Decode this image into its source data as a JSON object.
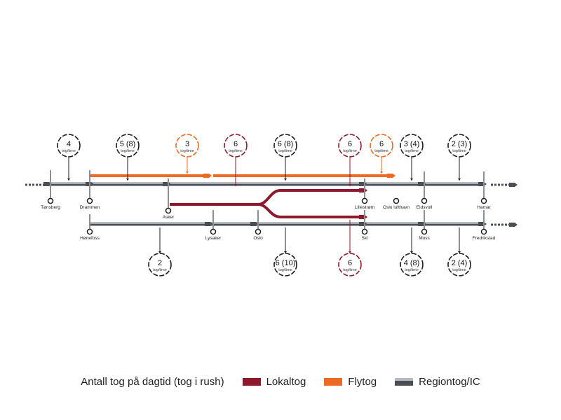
{
  "unit": "tog/time",
  "colors": {
    "lokaltog": "#8c1a2c",
    "flytog": "#ec6a22",
    "regiontog": "#4a4e55",
    "regiontog_light": "#b8bcc1",
    "neutral": "#1c1c1c"
  },
  "stations_top": [
    {
      "id": "tonsberg",
      "name": "Tønsberg"
    },
    {
      "id": "drammen",
      "name": "Drammen"
    },
    {
      "id": "asker",
      "name": "Asker"
    },
    {
      "id": "lillestrom",
      "name": "Lillestrøm"
    },
    {
      "id": "oslo-lufthavn",
      "name": "Oslo lufthavn"
    },
    {
      "id": "eidsvoll",
      "name": "Eidsvoll"
    },
    {
      "id": "hamar",
      "name": "Hamar"
    }
  ],
  "stations_bottom": [
    {
      "id": "honefoss",
      "name": "Hønefoss"
    },
    {
      "id": "lysaker",
      "name": "Lysaker"
    },
    {
      "id": "oslo",
      "name": "Oslo"
    },
    {
      "id": "ski",
      "name": "Ski"
    },
    {
      "id": "moss",
      "name": "Moss"
    },
    {
      "id": "fredrikstad",
      "name": "Fredrikstad"
    }
  ],
  "frequencies_top": [
    {
      "id": "vestfold",
      "value": "4",
      "unit": "tog/time",
      "type": "regiontog"
    },
    {
      "id": "drammen-oslo",
      "value": "5 (8)",
      "unit": "tog/time",
      "type": "regiontog"
    },
    {
      "id": "flytog-west",
      "value": "3",
      "unit": "tog/time",
      "type": "flytog"
    },
    {
      "id": "lokaltog-west",
      "value": "6",
      "unit": "tog/time",
      "type": "lokaltog"
    },
    {
      "id": "oslo-east",
      "value": "6 (8)",
      "unit": "tog/time",
      "type": "regiontog"
    },
    {
      "id": "lokaltog-lillestrom",
      "value": "6",
      "unit": "tog/time",
      "type": "lokaltog"
    },
    {
      "id": "flytog-gardermoen",
      "value": "6",
      "unit": "tog/time",
      "type": "flytog"
    },
    {
      "id": "lufthavn-eidsvoll",
      "value": "3 (4)",
      "unit": "tog/time",
      "type": "regiontog"
    },
    {
      "id": "eidsvoll-hamar",
      "value": "2 (3)",
      "unit": "tog/time",
      "type": "regiontog"
    }
  ],
  "frequencies_bottom": [
    {
      "id": "ringerike",
      "value": "2",
      "unit": "tog/time",
      "type": "regiontog"
    },
    {
      "id": "oslo-sentral",
      "value": "6 (10)",
      "unit": "tog/time",
      "type": "regiontog"
    },
    {
      "id": "lokaltog-ski",
      "value": "6",
      "unit": "tog/time",
      "type": "lokaltog"
    },
    {
      "id": "ski-moss",
      "value": "4 (8)",
      "unit": "tog/time",
      "type": "regiontog"
    },
    {
      "id": "moss-fredrikstad",
      "value": "2 (4)",
      "unit": "tog/time",
      "type": "regiontog"
    }
  ],
  "legend": {
    "title": "Antall tog på dagtid (tog i rush)",
    "items": [
      {
        "label": "Lokaltog",
        "type": "lokaltog"
      },
      {
        "label": "Flytog",
        "type": "flytog"
      },
      {
        "label": "Regiontog/IC",
        "type": "regiontog"
      }
    ]
  }
}
